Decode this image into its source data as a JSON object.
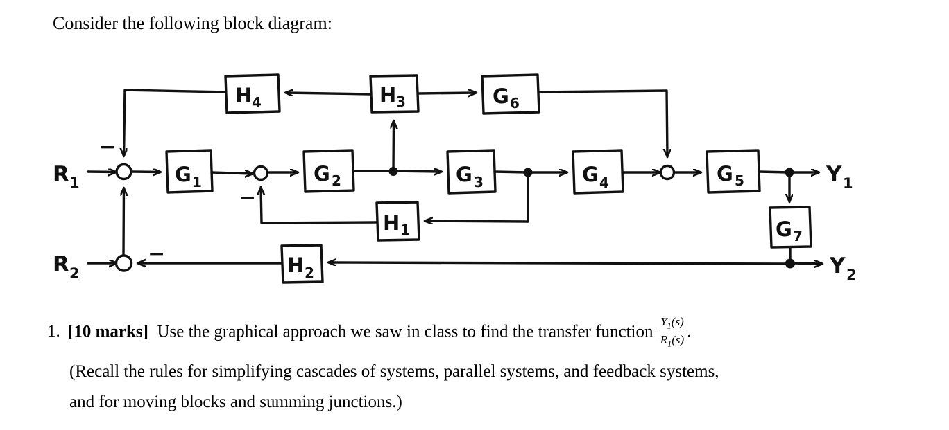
{
  "heading": "Consider the following block diagram:",
  "diagram": {
    "inputs": [
      {
        "name": "R1",
        "base": "R",
        "sub": "1"
      },
      {
        "name": "R2",
        "base": "R",
        "sub": "2"
      }
    ],
    "outputs": [
      {
        "name": "Y1",
        "base": "Y",
        "sub": "1"
      },
      {
        "name": "Y2",
        "base": "Y",
        "sub": "2"
      }
    ],
    "blocks": [
      {
        "id": "G1",
        "base": "G",
        "sub": "1"
      },
      {
        "id": "G2",
        "base": "G",
        "sub": "2"
      },
      {
        "id": "G3",
        "base": "G",
        "sub": "3"
      },
      {
        "id": "G4",
        "base": "G",
        "sub": "4"
      },
      {
        "id": "G5",
        "base": "G",
        "sub": "5"
      },
      {
        "id": "G6",
        "base": "G",
        "sub": "6"
      },
      {
        "id": "G7",
        "base": "G",
        "sub": "7"
      },
      {
        "id": "H1",
        "base": "H",
        "sub": "1"
      },
      {
        "id": "H2",
        "base": "H",
        "sub": "2"
      },
      {
        "id": "H3",
        "base": "H",
        "sub": "3"
      },
      {
        "id": "H4",
        "base": "H",
        "sub": "4"
      }
    ],
    "sign_labels": [
      "−",
      "−",
      "−",
      "−"
    ],
    "stroke_color": "#111111",
    "background": "#ffffff"
  },
  "question": {
    "number": "1.",
    "marks": "[10 marks]",
    "lead": "Use the graphical approach we saw in class to find the transfer function",
    "fraction_numerator": "Y",
    "fraction_numerator_sub": "1",
    "fraction_numerator_arg": "(s)",
    "fraction_denominator": "R",
    "fraction_denominator_sub": "1",
    "fraction_denominator_arg": "(s)",
    "period": ".",
    "body_line_1": "(Recall the rules for simplifying cascades of systems, parallel systems, and feedback systems,",
    "body_line_2": "and for moving blocks and summing junctions.)"
  }
}
